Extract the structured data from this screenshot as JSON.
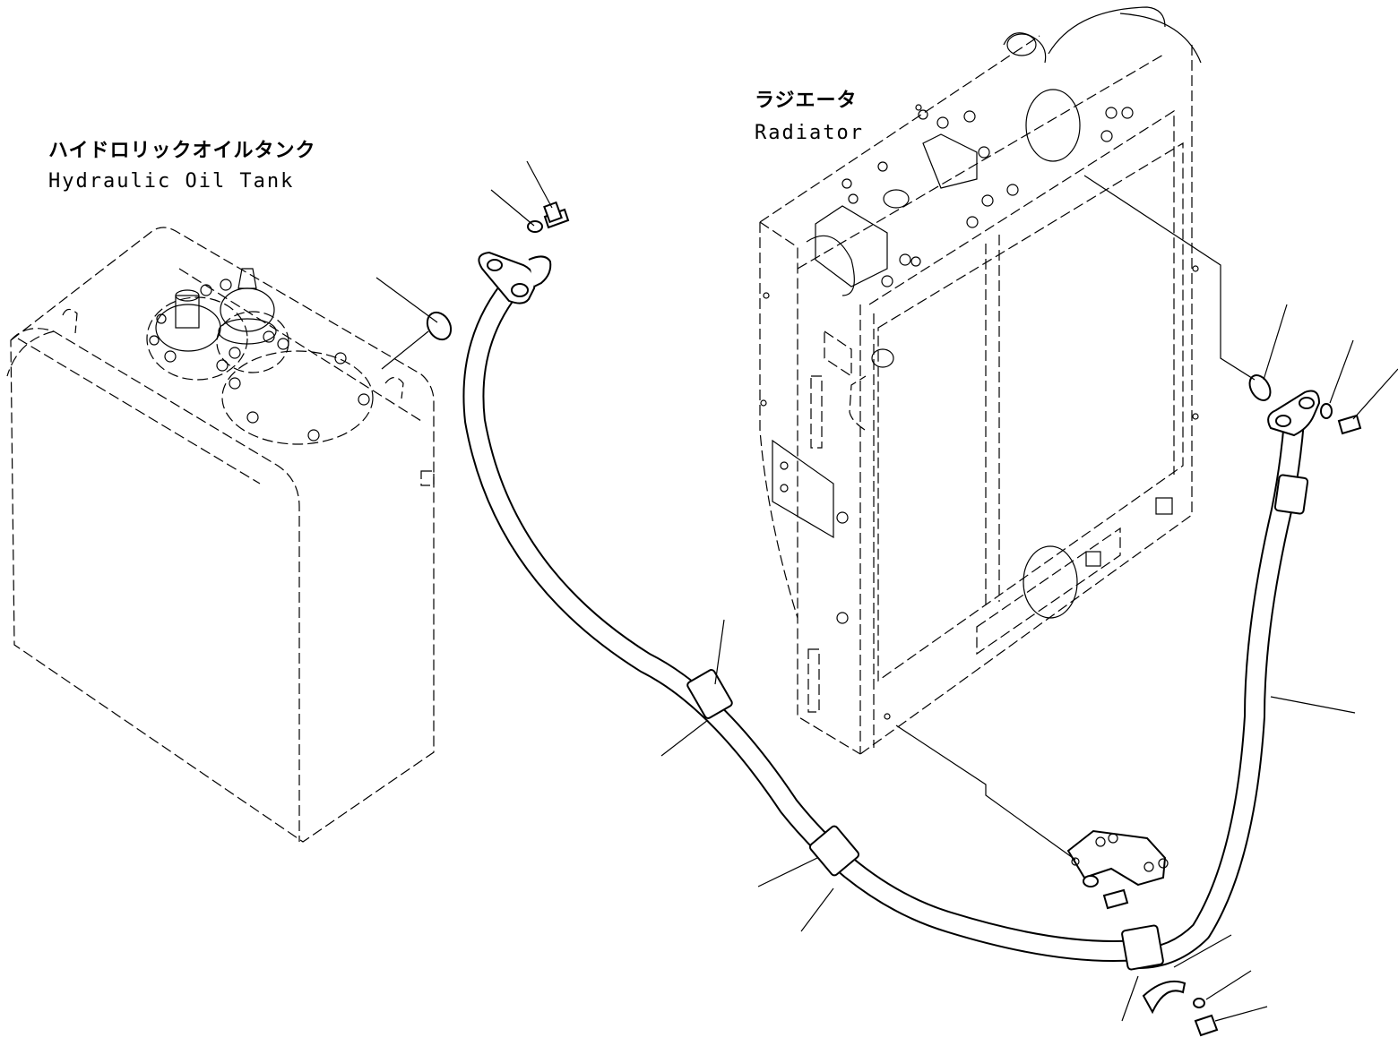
{
  "labels": {
    "tank": {
      "jp": "ハイドロリックオイルタンク",
      "en": "Hydraulic Oil Tank"
    },
    "radiator": {
      "jp": "ラジエータ",
      "en": "Radiator"
    }
  },
  "colors": {
    "line": "#000000",
    "background": "#ffffff"
  }
}
